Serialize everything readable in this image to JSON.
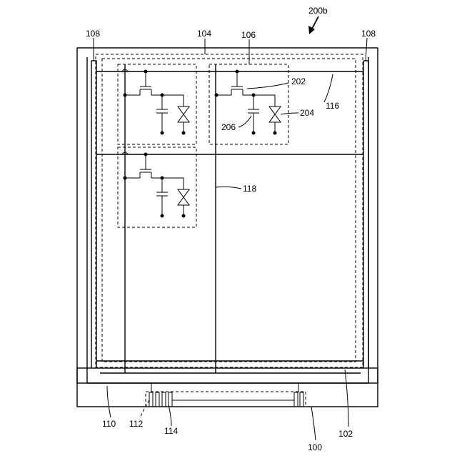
{
  "figure": {
    "label": "200b",
    "refs": {
      "r100": "100",
      "r102": "102",
      "r104": "104",
      "r106": "106",
      "r108_left": "108",
      "r108_right": "108",
      "r110": "110",
      "r112": "112",
      "r114": "114",
      "r116": "116",
      "r118": "118",
      "r202": "202",
      "r204": "204",
      "r206": "206"
    }
  }
}
